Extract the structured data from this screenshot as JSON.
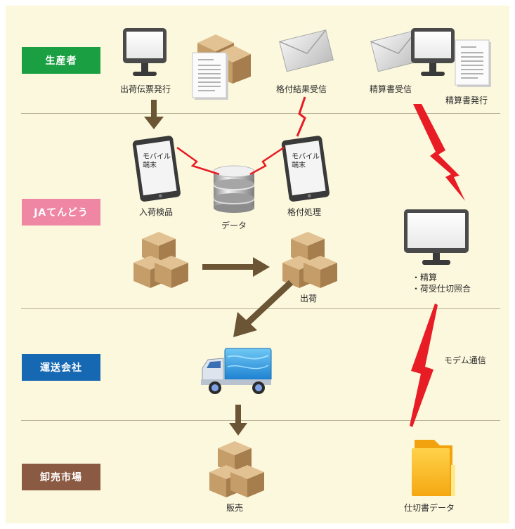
{
  "roles": {
    "producer": "生産者",
    "ja": "JAてんどう",
    "transport": "運送会社",
    "market": "卸売市場"
  },
  "labels": {
    "slip_issue": "出荷伝票発行",
    "grading_result_receive": "格付結果受信",
    "statement_receive": "精算書受信",
    "statement_issue": "精算書発行",
    "receiving_inspection": "入荷検品",
    "data": "データ",
    "grading_process": "格付処理",
    "shipment": "出荷",
    "settlement": "・精算",
    "receipt_matching": "・荷受仕切照合",
    "modem": "モデム通信",
    "sales": "販売",
    "settlement_data": "仕切書データ",
    "mobile_terminal_left": "モバイル\n端末",
    "mobile_terminal_right": "モバイル\n端末"
  },
  "colors": {
    "producer": "#1aa042",
    "ja": "#ee86a4",
    "transport": "#1768b3",
    "market": "#8b5a43",
    "arrow": "#6b5535",
    "lightning": "#e81c24",
    "background": "#fcf8dd"
  },
  "icons": {
    "monitor": "monitor-icon",
    "document": "document-icon",
    "box": "cardboard-box-icon",
    "envelope": "envelope-icon",
    "tablet": "tablet-icon",
    "database": "database-icon",
    "truck": "truck-icon",
    "folder": "folder-icon",
    "lightning": "lightning-icon"
  }
}
